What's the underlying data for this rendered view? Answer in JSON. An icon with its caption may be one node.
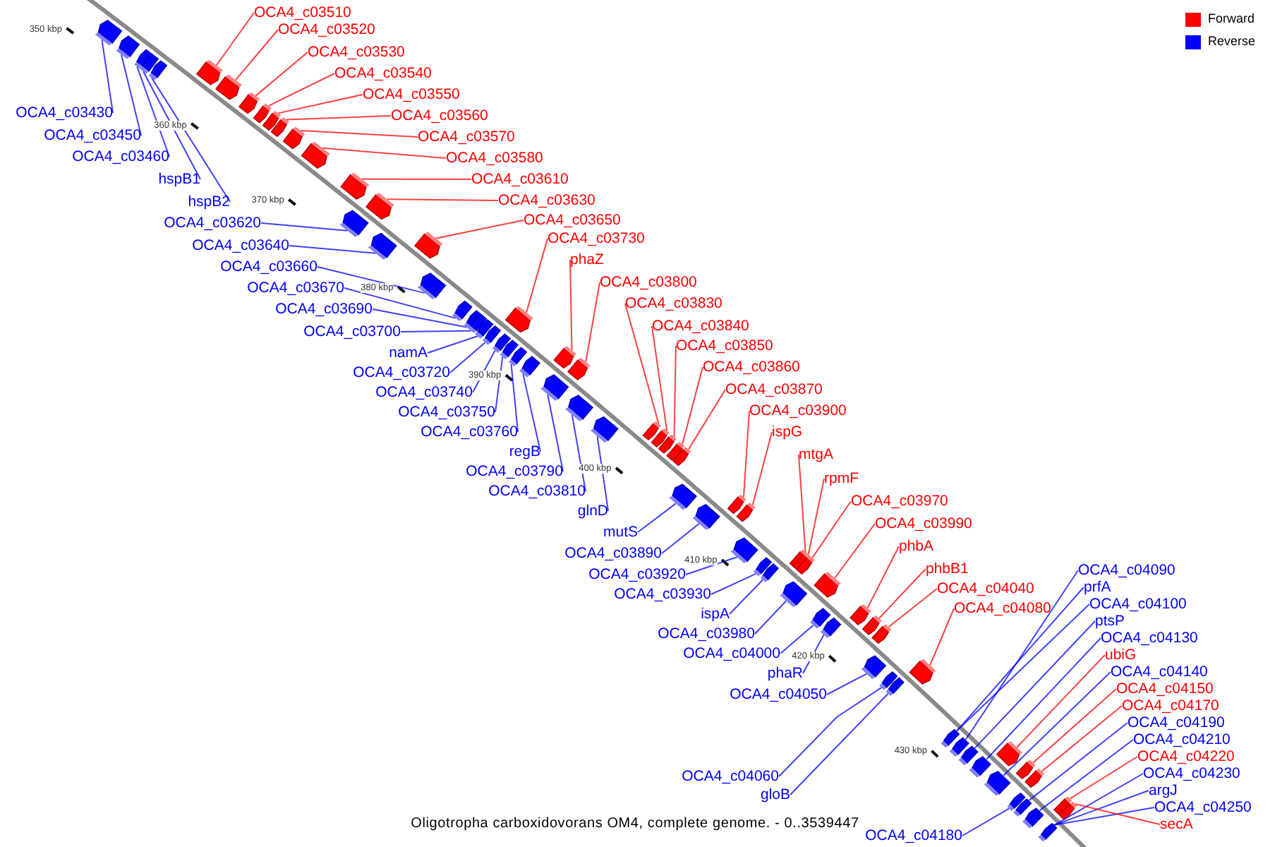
{
  "diagram": {
    "caption": "Oligotropha carboxidovorans OM4, complete genome. - 0..3539447",
    "nodes": [
      {
        "text": [
          "OCA4_c03510"
        ]
      },
      {
        "text": [
          "OCA4_c03520"
        ]
      },
      {
        "text": [
          "OCA4_c03530"
        ]
      },
      {
        "text": [
          "OCA4_c03540"
        ]
      },
      {
        "text": [
          "OCA4_c03550"
        ]
      },
      {
        "text": [
          "OCA4_c03560"
        ]
      },
      {
        "text": [
          "OCA4_c03570"
        ]
      },
      {
        "text": [
          "OCA4_c03580"
        ]
      },
      {
        "text": [
          "OCA4_c03610"
        ]
      },
      {
        "text": [
          "OCA4_c03630"
        ]
      },
      {
        "text": [
          "OCA4_c03650"
        ]
      },
      {
        "text": [
          "OCA4_c03730"
        ]
      },
      {
        "text": [
          "phaZ"
        ]
      },
      {
        "text": [
          "OCA4_c03800"
        ]
      },
      {
        "text": [
          "OCA4_c03830"
        ]
      },
      {
        "text": [
          "OCA4_c03840"
        ]
      },
      {
        "text": [
          "OCA4_c03850"
        ]
      },
      {
        "text": [
          "OCA4_c03860"
        ]
      },
      {
        "text": [
          "OCA4_c03870"
        ]
      },
      {
        "text": [
          "OCA4_c03900"
        ]
      },
      {
        "text": [
          "ispG"
        ]
      },
      {
        "text": [
          "mtgA"
        ]
      },
      {
        "text": [
          "rpmF"
        ]
      },
      {
        "text": [
          "OCA4_c03970"
        ]
      },
      {
        "text": [
          "OCA4_c03990"
        ]
      },
      {
        "text": [
          "phbA"
        ]
      },
      {
        "text": [
          "phbB1"
        ]
      },
      {
        "text": [
          "OCA4_c04040"
        ]
      },
      {
        "text": [
          "OCA4_c04080"
        ]
      },
      {
        "text": [
          "OCA4_c04090"
        ]
      },
      {
        "text": [
          "prfA"
        ]
      },
      {
        "text": [
          "OCA4_c04100"
        ]
      },
      {
        "text": [
          "ptsP"
        ]
      },
      {
        "text": [
          "OCA4_c04130"
        ]
      },
      {
        "text": [
          "ubiG"
        ]
      },
      {
        "text": [
          "OCA4_c04140"
        ]
      },
      {
        "text": [
          "OCA4_c04150"
        ]
      },
      {
        "text": [
          "OCA4_c04170"
        ]
      },
      {
        "text": [
          "OCA4_c04190"
        ]
      },
      {
        "text": [
          "OCA4_c04210"
        ]
      },
      {
        "text": [
          "OCA4_c04220"
        ]
      },
      {
        "text": [
          "OCA4_c04230"
        ]
      },
      {
        "text": [
          "argJ"
        ]
      },
      {
        "text": [
          "OCA4_c04250"
        ]
      },
      {
        "text": [
          "secA"
        ]
      },
      {
        "text": [
          "OCA4_c03430"
        ]
      },
      {
        "text": [
          "OCA4_c03450"
        ]
      },
      {
        "text": [
          "OCA4_c03460"
        ]
      },
      {
        "text": [
          "hspB1"
        ]
      },
      {
        "text": [
          "hspB2"
        ]
      },
      {
        "text": [
          "OCA4_c03620"
        ]
      },
      {
        "text": [
          "OCA4_c03640"
        ]
      },
      {
        "text": [
          "OCA4_c03660"
        ]
      },
      {
        "text": [
          "OCA4_c03670"
        ]
      },
      {
        "text": [
          "OCA4_c03690"
        ]
      },
      {
        "text": [
          "OCA4_c03700"
        ]
      },
      {
        "text": [
          "namA"
        ]
      },
      {
        "text": [
          "OCA4_c03720"
        ]
      },
      {
        "text": [
          "OCA4_c03740"
        ]
      },
      {
        "text": [
          "OCA4_c03750"
        ]
      },
      {
        "text": [
          "OCA4_c03760"
        ]
      },
      {
        "text": [
          "regB"
        ]
      },
      {
        "text": [
          "OCA4_c03790"
        ]
      },
      {
        "text": [
          "OCA4_c03810"
        ]
      },
      {
        "text": [
          "glnD"
        ]
      },
      {
        "text": [
          "mutS"
        ]
      },
      {
        "text": [
          "OCA4_c03890"
        ]
      },
      {
        "text": [
          "OCA4_c03920"
        ]
      },
      {
        "text": [
          "OCA4_c03930"
        ]
      },
      {
        "text": [
          "ispA"
        ]
      },
      {
        "text": [
          "OCA4_c03980"
        ]
      },
      {
        "text": [
          "OCA4_c04000"
        ]
      },
      {
        "text": [
          "phaR"
        ]
      },
      {
        "text": [
          "OCA4_c04050"
        ]
      },
      {
        "text": [
          "OCA4_c04060"
        ]
      },
      {
        "text": [
          "gloB"
        ]
      },
      {
        "text": [
          "OCA4_c04180"
        ]
      },
      {
        "text": [],
        "shape": "arrow"
      },
      {
        "text": [],
        "shape": "arrow"
      },
      {
        "text": [],
        "shape": "arrow"
      },
      {
        "text": [],
        "shape": "arrow"
      },
      {
        "text": [],
        "shape": "arrow"
      },
      {
        "text": [],
        "shape": "arrow"
      },
      {
        "text": [],
        "shape": "arrow"
      },
      {
        "text": [],
        "shape": "arrow"
      },
      {
        "text": [],
        "shape": "arrow"
      },
      {
        "text": [],
        "shape": "arrow"
      },
      {
        "text": [],
        "shape": "arrow"
      },
      {
        "text": [],
        "shape": "arrow"
      },
      {
        "text": [],
        "shape": "arrow"
      },
      {
        "text": [],
        "shape": "arrow"
      },
      {
        "text": [],
        "shape": "arrow"
      },
      {
        "text": [],
        "shape": "arrow"
      },
      {
        "text": [],
        "shape": "arrow"
      },
      {
        "text": [],
        "shape": "arrow"
      },
      {
        "text": [],
        "shape": "arrow"
      },
      {
        "text": [],
        "shape": "arrow"
      },
      {
        "text": [],
        "shape": "arrow"
      },
      {
        "text": [],
        "shape": "arrow"
      },
      {
        "text": [],
        "shape": "arrow"
      },
      {
        "text": [],
        "shape": "arrow"
      },
      {
        "text": [],
        "shape": "arrow"
      },
      {
        "text": [],
        "shape": "arrow"
      },
      {
        "text": [],
        "shape": "arrow"
      },
      {
        "text": [],
        "shape": "arrow"
      },
      {
        "text": [],
        "shape": "arrow"
      },
      {
        "text": [],
        "shape": "arrow"
      },
      {
        "text": [],
        "shape": "arrow"
      },
      {
        "text": [],
        "shape": "arrow"
      },
      {
        "text": [],
        "shape": "arrow"
      },
      {
        "text": [],
        "shape": "arrow"
      },
      {
        "text": [],
        "shape": "arrow"
      },
      {
        "text": [],
        "shape": "arrow"
      },
      {
        "text": [],
        "shape": "arrow"
      },
      {
        "text": [],
        "shape": "arrow"
      },
      {
        "text": [],
        "shape": "arrow"
      },
      {
        "text": [],
        "shape": "arrow"
      },
      {
        "text": [],
        "shape": "arrow"
      },
      {
        "text": [],
        "shape": "arrow"
      },
      {
        "text": [],
        "shape": "arrow"
      },
      {
        "text": [],
        "shape": "arrow"
      },
      {
        "text": [],
        "shape": "arrow"
      },
      {
        "text": [],
        "shape": "arrow"
      },
      {
        "text": [],
        "shape": "arrow"
      },
      {
        "text": [],
        "shape": "arrow"
      },
      {
        "text": [],
        "shape": "arrow"
      },
      {
        "text": [],
        "shape": "arrow"
      },
      {
        "text": [],
        "shape": "arrow"
      },
      {
        "text": [],
        "shape": "arrow"
      },
      {
        "text": [],
        "shape": "arrow"
      },
      {
        "text": [],
        "shape": "arrow"
      },
      {
        "text": [],
        "shape": "arrow"
      },
      {
        "text": [],
        "shape": "arrow"
      },
      {
        "text": [],
        "shape": "arrow"
      },
      {
        "text": [],
        "shape": "arrow"
      },
      {
        "text": [],
        "shape": "arrow"
      },
      {
        "text": [],
        "shape": "arrow"
      },
      {
        "text": [],
        "shape": "arrow"
      },
      {
        "text": [],
        "shape": "arrow"
      },
      {
        "text": [],
        "shape": "arrow"
      },
      {
        "text": [],
        "shape": "arrow"
      },
      {
        "text": [],
        "shape": "arrow"
      },
      {
        "text": [],
        "shape": "arrow"
      },
      {
        "text": [],
        "shape": "arrow"
      },
      {
        "text": [],
        "shape": "arrow"
      },
      {
        "text": [],
        "shape": "arrow"
      },
      {
        "text": [],
        "shape": "arrow"
      },
      {
        "text": [],
        "shape": "arrow"
      },
      {
        "text": [],
        "shape": "arrow"
      },
      {
        "text": [],
        "shape": "arrow"
      },
      {
        "text": [],
        "shape": "arrow"
      },
      {
        "text": [],
        "shape": "arrow"
      },
      {
        "text": [],
        "shape": "arrow"
      },
      {
        "text": [],
        "shape": "arrow"
      }
    ],
    "edges": [
      {
        "from": 0,
        "to": 77,
        "arrow": "none",
        "color": "#ff0000"
      },
      {
        "from": 1,
        "to": 78,
        "arrow": "none",
        "color": "#ff0000"
      },
      {
        "from": 2,
        "to": 79,
        "arrow": "none",
        "color": "#ff0000"
      },
      {
        "from": 3,
        "to": 80,
        "arrow": "none",
        "color": "#ff0000"
      },
      {
        "from": 4,
        "to": 81,
        "arrow": "none",
        "color": "#ff0000"
      },
      {
        "from": 5,
        "to": 82,
        "arrow": "none",
        "color": "#ff0000"
      },
      {
        "from": 6,
        "to": 83,
        "arrow": "none",
        "color": "#ff0000"
      },
      {
        "from": 7,
        "to": 84,
        "arrow": "none",
        "color": "#ff0000"
      },
      {
        "from": 8,
        "to": 85,
        "arrow": "none",
        "color": "#ff0000"
      },
      {
        "from": 9,
        "to": 86,
        "arrow": "none",
        "color": "#ff0000"
      },
      {
        "from": 10,
        "to": 87,
        "arrow": "none",
        "color": "#ff0000"
      },
      {
        "from": 11,
        "to": 88,
        "arrow": "none",
        "color": "#ff0000"
      },
      {
        "from": 12,
        "to": 89,
        "arrow": "none",
        "color": "#ff0000"
      },
      {
        "from": 13,
        "to": 90,
        "arrow": "none",
        "color": "#ff0000"
      },
      {
        "from": 14,
        "to": 91,
        "arrow": "none",
        "color": "#ff0000"
      },
      {
        "from": 15,
        "to": 92,
        "arrow": "none",
        "color": "#ff0000"
      },
      {
        "from": 16,
        "to": 93,
        "arrow": "none",
        "color": "#ff0000"
      },
      {
        "from": 17,
        "to": 94,
        "arrow": "none",
        "color": "#ff0000"
      },
      {
        "from": 18,
        "to": 95,
        "arrow": "none",
        "color": "#ff0000"
      },
      {
        "from": 19,
        "to": 96,
        "arrow": "none",
        "color": "#ff0000"
      },
      {
        "from": 20,
        "to": 97,
        "arrow": "none",
        "color": "#ff0000"
      },
      {
        "from": 21,
        "to": 98,
        "arrow": "none",
        "color": "#ff0000"
      },
      {
        "from": 22,
        "to": 99,
        "arrow": "none",
        "color": "#ff0000"
      },
      {
        "from": 23,
        "to": 100,
        "arrow": "none",
        "color": "#ff0000"
      },
      {
        "from": 24,
        "to": 101,
        "arrow": "none",
        "color": "#ff0000"
      },
      {
        "from": 25,
        "to": 102,
        "arrow": "none",
        "color": "#ff0000"
      },
      {
        "from": 26,
        "to": 103,
        "arrow": "none",
        "color": "#ff0000"
      },
      {
        "from": 27,
        "to": 104,
        "arrow": "none",
        "color": "#ff0000"
      },
      {
        "from": 28,
        "to": 105,
        "arrow": "none",
        "color": "#ff0000"
      },
      {
        "from": 29,
        "to": 106,
        "arrow": "none"
      },
      {
        "from": 30,
        "to": 107,
        "arrow": "none"
      },
      {
        "from": 31,
        "to": 108,
        "arrow": "none"
      },
      {
        "from": 32,
        "to": 109,
        "arrow": "none"
      },
      {
        "from": 33,
        "to": 110,
        "arrow": "none"
      },
      {
        "from": 34,
        "to": 111,
        "arrow": "none",
        "color": "#ff0000"
      },
      {
        "from": 35,
        "to": 112,
        "arrow": "none"
      },
      {
        "from": 36,
        "to": 113,
        "arrow": "none",
        "color": "#ff0000"
      },
      {
        "from": 37,
        "to": 114,
        "arrow": "none",
        "color": "#ff0000"
      },
      {
        "from": 38,
        "to": 115,
        "arrow": "none"
      },
      {
        "from": 39,
        "to": 116,
        "arrow": "none"
      },
      {
        "from": 40,
        "to": 117,
        "arrow": "none",
        "color": "#ff0000"
      },
      {
        "from": 41,
        "to": 118,
        "arrow": "none"
      },
      {
        "from": 42,
        "to": 119,
        "arrow": "none"
      },
      {
        "from": 43,
        "to": 120,
        "arrow": "none"
      },
      {
        "from": 44,
        "to": 121,
        "arrow": "none",
        "color": "#ff0000"
      },
      {
        "from": 45,
        "to": 122,
        "arrow": "none"
      },
      {
        "from": 46,
        "to": 123,
        "arrow": "none"
      },
      {
        "from": 47,
        "to": 124,
        "arrow": "none"
      },
      {
        "from": 48,
        "to": 125,
        "arrow": "none"
      },
      {
        "from": 49,
        "to": 126,
        "arrow": "none"
      },
      {
        "from": 50,
        "to": 127,
        "arrow": "none"
      },
      {
        "from": 51,
        "to": 128,
        "arrow": "none"
      },
      {
        "from": 52,
        "to": 129,
        "arrow": "none"
      },
      {
        "from": 53,
        "to": 130,
        "arrow": "none"
      },
      {
        "from": 54,
        "to": 131,
        "arrow": "none"
      },
      {
        "from": 55,
        "to": 132,
        "arrow": "none"
      },
      {
        "from": 56,
        "to": 133,
        "arrow": "none"
      },
      {
        "from": 57,
        "to": 134,
        "arrow": "none"
      },
      {
        "from": 58,
        "to": 135,
        "arrow": "none"
      },
      {
        "from": 59,
        "to": 136,
        "arrow": "none"
      },
      {
        "from": 60,
        "to": 137,
        "arrow": "none"
      },
      {
        "from": 61,
        "to": 138,
        "arrow": "none"
      },
      {
        "from": 62,
        "to": 139,
        "arrow": "none"
      },
      {
        "from": 63,
        "to": 140,
        "arrow": "none"
      },
      {
        "from": 64,
        "to": 141,
        "arrow": "none"
      },
      {
        "from": 65,
        "to": 142,
        "arrow": "none"
      },
      {
        "from": 66,
        "to": 143,
        "arrow": "none"
      },
      {
        "from": 67,
        "to": 144,
        "arrow": "none"
      },
      {
        "from": 68,
        "to": 145,
        "arrow": "none"
      },
      {
        "from": 69,
        "to": 146,
        "arrow": "none"
      },
      {
        "from": 70,
        "to": 147,
        "arrow": "none"
      },
      {
        "from": 71,
        "to": 148,
        "arrow": "none"
      },
      {
        "from": 72,
        "to": 149,
        "arrow": "none"
      },
      {
        "from": 73,
        "to": 150,
        "arrow": "none"
      },
      {
        "from": 74,
        "to": 151,
        "arrow": "none"
      },
      {
        "from": 75,
        "to": 152,
        "arrow": "none"
      },
      {
        "from": 76,
        "to": 153,
        "arrow": "none"
      }
    ],
    "labels": [
      "350 kbp",
      "360 kbp",
      "370 kbp",
      "380 kbp",
      "390 kbp",
      "400 kbp",
      "410 kbp",
      "420 kbp",
      "430 kbp"
    ],
    "legend": [
      {
        "text": "Forward",
        "color": "#ff0000"
      },
      {
        "text": "Reverse",
        "color": "#0000ff"
      }
    ]
  }
}
